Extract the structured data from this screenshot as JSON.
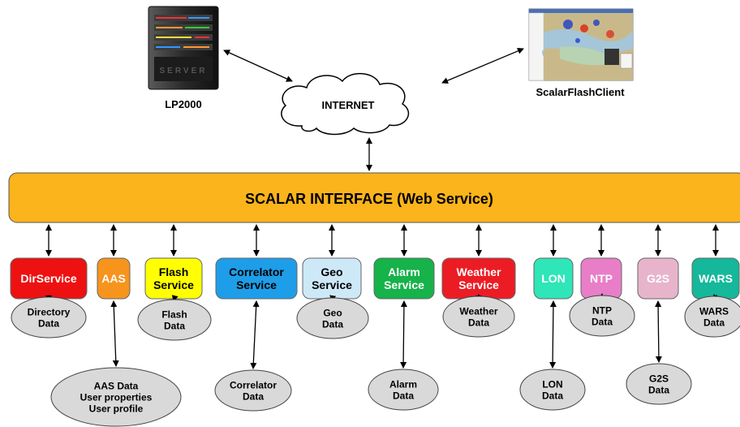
{
  "nodes": {
    "lp2000": "LP2000",
    "internet": "INTERNET",
    "client": "ScalarFlashClient",
    "server_brand": "SERVER"
  },
  "interface_title": "SCALAR INTERFACE (Web Service)",
  "services": [
    {
      "key": "dirservice",
      "lines": [
        "DirService"
      ],
      "color": "#ee1111",
      "text": "#ffffff"
    },
    {
      "key": "aas",
      "lines": [
        "AAS"
      ],
      "color": "#f7941d",
      "text": "#ffffff"
    },
    {
      "key": "flash",
      "lines": [
        "Flash",
        "Service"
      ],
      "color": "#ffff00",
      "text": "#000000"
    },
    {
      "key": "correlator",
      "lines": [
        "Correlator",
        "Service"
      ],
      "color": "#1e9ee8",
      "text": "#000000"
    },
    {
      "key": "geo",
      "lines": [
        "Geo",
        "Service"
      ],
      "color": "#cde9f8",
      "text": "#000000"
    },
    {
      "key": "alarm",
      "lines": [
        "Alarm",
        "Service"
      ],
      "color": "#16b24a",
      "text": "#ffffff"
    },
    {
      "key": "weather",
      "lines": [
        "Weather",
        "Service"
      ],
      "color": "#ec1c24",
      "text": "#ffffff"
    },
    {
      "key": "lon",
      "lines": [
        "LON"
      ],
      "color": "#2ee6b8",
      "text": "#ffffff"
    },
    {
      "key": "ntp",
      "lines": [
        "NTP"
      ],
      "color": "#e87ec8",
      "text": "#ffffff"
    },
    {
      "key": "g2s",
      "lines": [
        "G2S"
      ],
      "color": "#e8b4cc",
      "text": "#ffffff"
    },
    {
      "key": "wars",
      "lines": [
        "WARS"
      ],
      "color": "#15b89a",
      "text": "#ffffff"
    }
  ],
  "data_stores": [
    {
      "key": "directory",
      "lines": [
        "Directory",
        "Data"
      ]
    },
    {
      "key": "aasdata",
      "lines": [
        "AAS Data",
        "User properties",
        "User profile"
      ]
    },
    {
      "key": "flashdata",
      "lines": [
        "Flash",
        "Data"
      ]
    },
    {
      "key": "correlatordata",
      "lines": [
        "Correlator",
        "Data"
      ]
    },
    {
      "key": "geodata",
      "lines": [
        "Geo",
        "Data"
      ]
    },
    {
      "key": "alarmdata",
      "lines": [
        "Alarm",
        "Data"
      ]
    },
    {
      "key": "weatherdata",
      "lines": [
        "Weather",
        "Data"
      ]
    },
    {
      "key": "londata",
      "lines": [
        "LON",
        "Data"
      ]
    },
    {
      "key": "ntpdata",
      "lines": [
        "NTP",
        "Data"
      ]
    },
    {
      "key": "g2sdata",
      "lines": [
        "G2S",
        "Data"
      ]
    },
    {
      "key": "warsdata",
      "lines": [
        "WARS",
        "Data"
      ]
    }
  ],
  "colors": {
    "interface_fill": "#fbb41b",
    "ellipse_fill": "#d9d9d9",
    "server_body": "#2b2b2b"
  }
}
